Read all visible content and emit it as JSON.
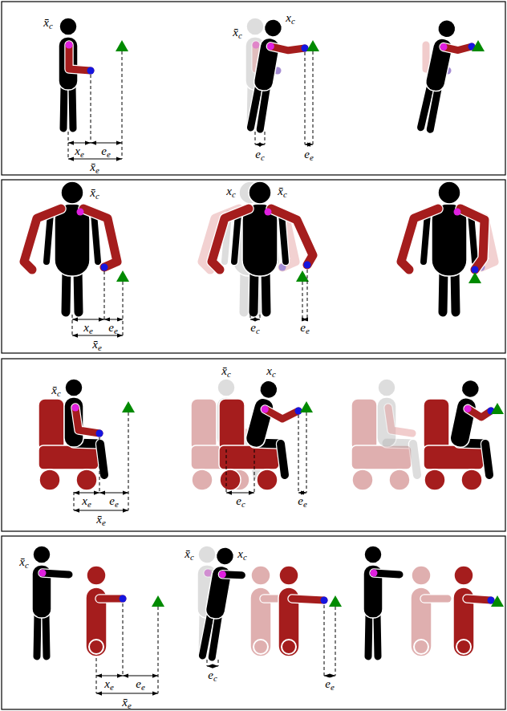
{
  "diagram": {
    "labels": [
      "x̄c",
      "xe",
      "ee",
      "x̄e",
      "x̄c",
      "xc",
      "ec",
      "ee",
      "x̄c",
      "xe",
      "ee",
      "x̄e",
      "xc",
      "x̄c",
      "ec",
      "ee",
      "x̄c",
      "xe",
      "ee",
      "x̄e",
      "x̄c",
      "xc",
      "ec",
      "ee",
      "x̄c",
      "xe",
      "ee",
      "x̄e",
      "x̄c",
      "xc",
      "ec",
      "ee"
    ]
  }
}
